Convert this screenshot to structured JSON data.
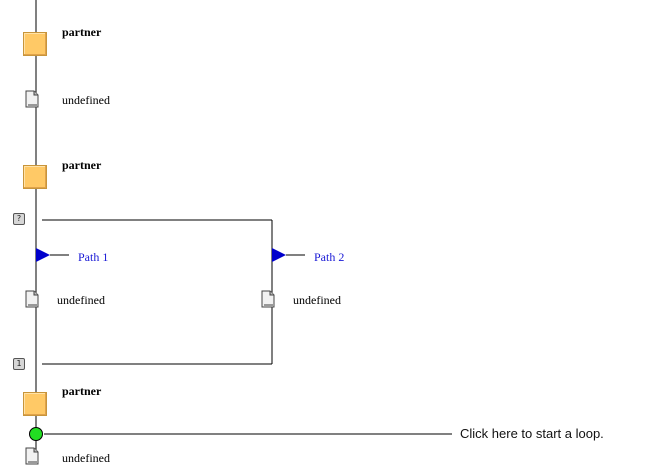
{
  "process": {
    "nodes": [
      {
        "type": "partner",
        "label": "partner"
      },
      {
        "type": "activity",
        "label": "undefined"
      },
      {
        "type": "partner",
        "label": "partner"
      }
    ],
    "switch": {
      "start_marker": "?",
      "end_marker": "1",
      "paths": [
        {
          "label": "Path 1",
          "activity": "undefined"
        },
        {
          "label": "Path 2",
          "activity": "undefined"
        }
      ]
    },
    "after_switch": [
      {
        "type": "partner",
        "label": "partner"
      },
      {
        "type": "activity",
        "label": "undefined"
      }
    ],
    "loop_hint": "Click here to start a loop."
  },
  "colors": {
    "partner_fill": "#ffc966",
    "path_flag": "#0000cc",
    "path_label": "#1a1ad6",
    "loop_node": "#22dd22"
  },
  "icons": {
    "partner": "partner-box-icon",
    "activity": "document-icon",
    "path": "flag-icon",
    "loop": "circle-node-icon"
  }
}
